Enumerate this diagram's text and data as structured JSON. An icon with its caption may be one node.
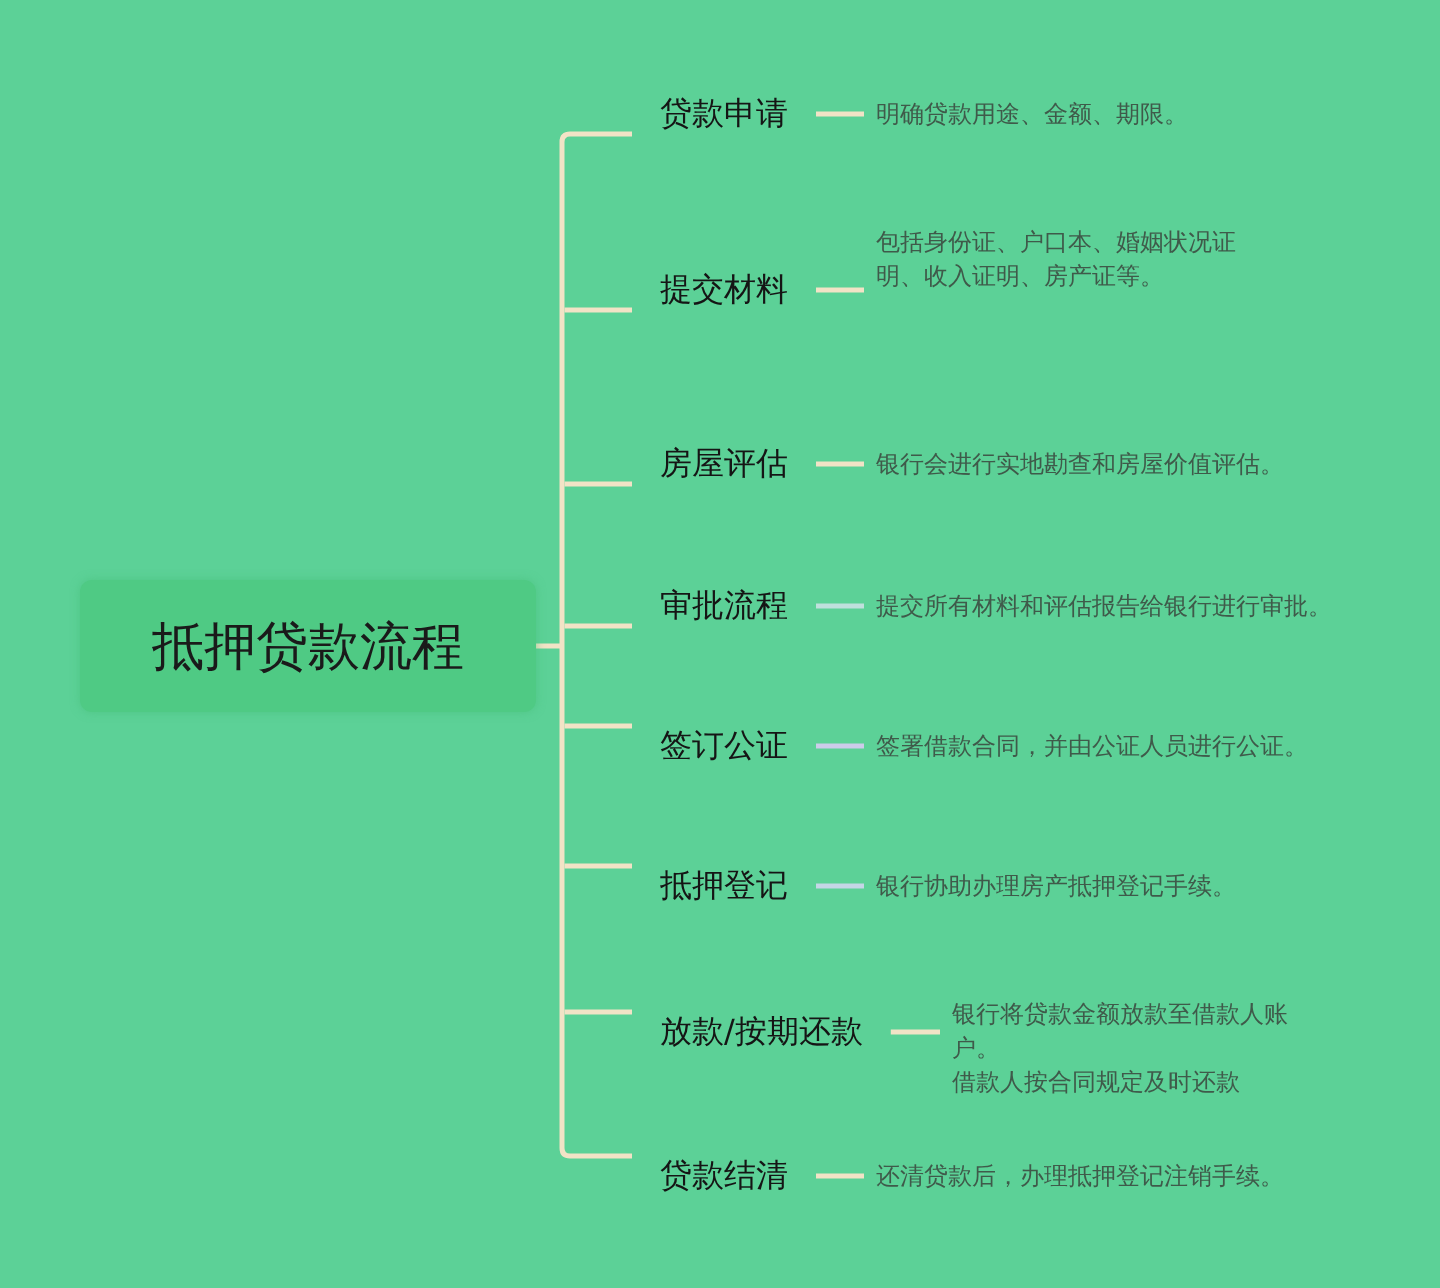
{
  "diagram": {
    "nodes": [
      {
        "text": [
          "抵押贷款流程"
        ]
      },
      {
        "text": [
          "贷款申请"
        ]
      },
      {
        "text": [
          "提交材料"
        ]
      },
      {
        "text": [
          "房屋评估"
        ]
      },
      {
        "text": [
          "审批流程"
        ]
      },
      {
        "text": [
          "签订公证"
        ]
      },
      {
        "text": [
          "抵押登记"
        ]
      },
      {
        "text": [
          "放款/按期还款"
        ]
      },
      {
        "text": [
          "贷款结清"
        ]
      },
      {
        "text": [
          "明确贷款用途、金额、期限。"
        ]
      },
      {
        "text": [
          "包括身份证、户口本、婚姻状况证明、收入证明、房产证等。"
        ]
      },
      {
        "text": [
          "银行会进行实地勘查和房屋价值评估。"
        ]
      },
      {
        "text": [
          "提交所有材料和评估报告给银行进行审批。"
        ]
      },
      {
        "text": [
          "签署借款合同，并由公证人员进行公证。"
        ]
      },
      {
        "text": [
          "银行协助办理房产抵押登记手续。"
        ]
      },
      {
        "text": [
          "银行将贷款金额放款至借款人账户。",
          "借款人按合同规定及时还款"
        ]
      },
      {
        "text": [
          "还清贷款后，办理抵押登记注销手续。"
        ]
      }
    ],
    "edges": [
      {
        "from": 0,
        "to": 1,
        "arrow": "none"
      },
      {
        "from": 0,
        "to": 2,
        "arrow": "none"
      },
      {
        "from": 0,
        "to": 3,
        "arrow": "none"
      },
      {
        "from": 0,
        "to": 4,
        "arrow": "none"
      },
      {
        "from": 0,
        "to": 5,
        "arrow": "none"
      },
      {
        "from": 0,
        "to": 6,
        "arrow": "none"
      },
      {
        "from": 0,
        "to": 7,
        "arrow": "none"
      },
      {
        "from": 0,
        "to": 8,
        "arrow": "none"
      },
      {
        "from": 1,
        "to": 9,
        "arrow": "none"
      },
      {
        "from": 2,
        "to": 10,
        "arrow": "none"
      },
      {
        "from": 3,
        "to": 11,
        "arrow": "none"
      },
      {
        "from": 4,
        "to": 12,
        "arrow": "none",
        "color": "#bfe0dc"
      },
      {
        "from": 5,
        "to": 13,
        "arrow": "none",
        "color": "#ccccea"
      },
      {
        "from": 6,
        "to": 14,
        "arrow": "none",
        "color": "#c4d6e6"
      },
      {
        "from": 7,
        "to": 15,
        "arrow": "none"
      },
      {
        "from": 8,
        "to": 16,
        "arrow": "none"
      }
    ]
  }
}
